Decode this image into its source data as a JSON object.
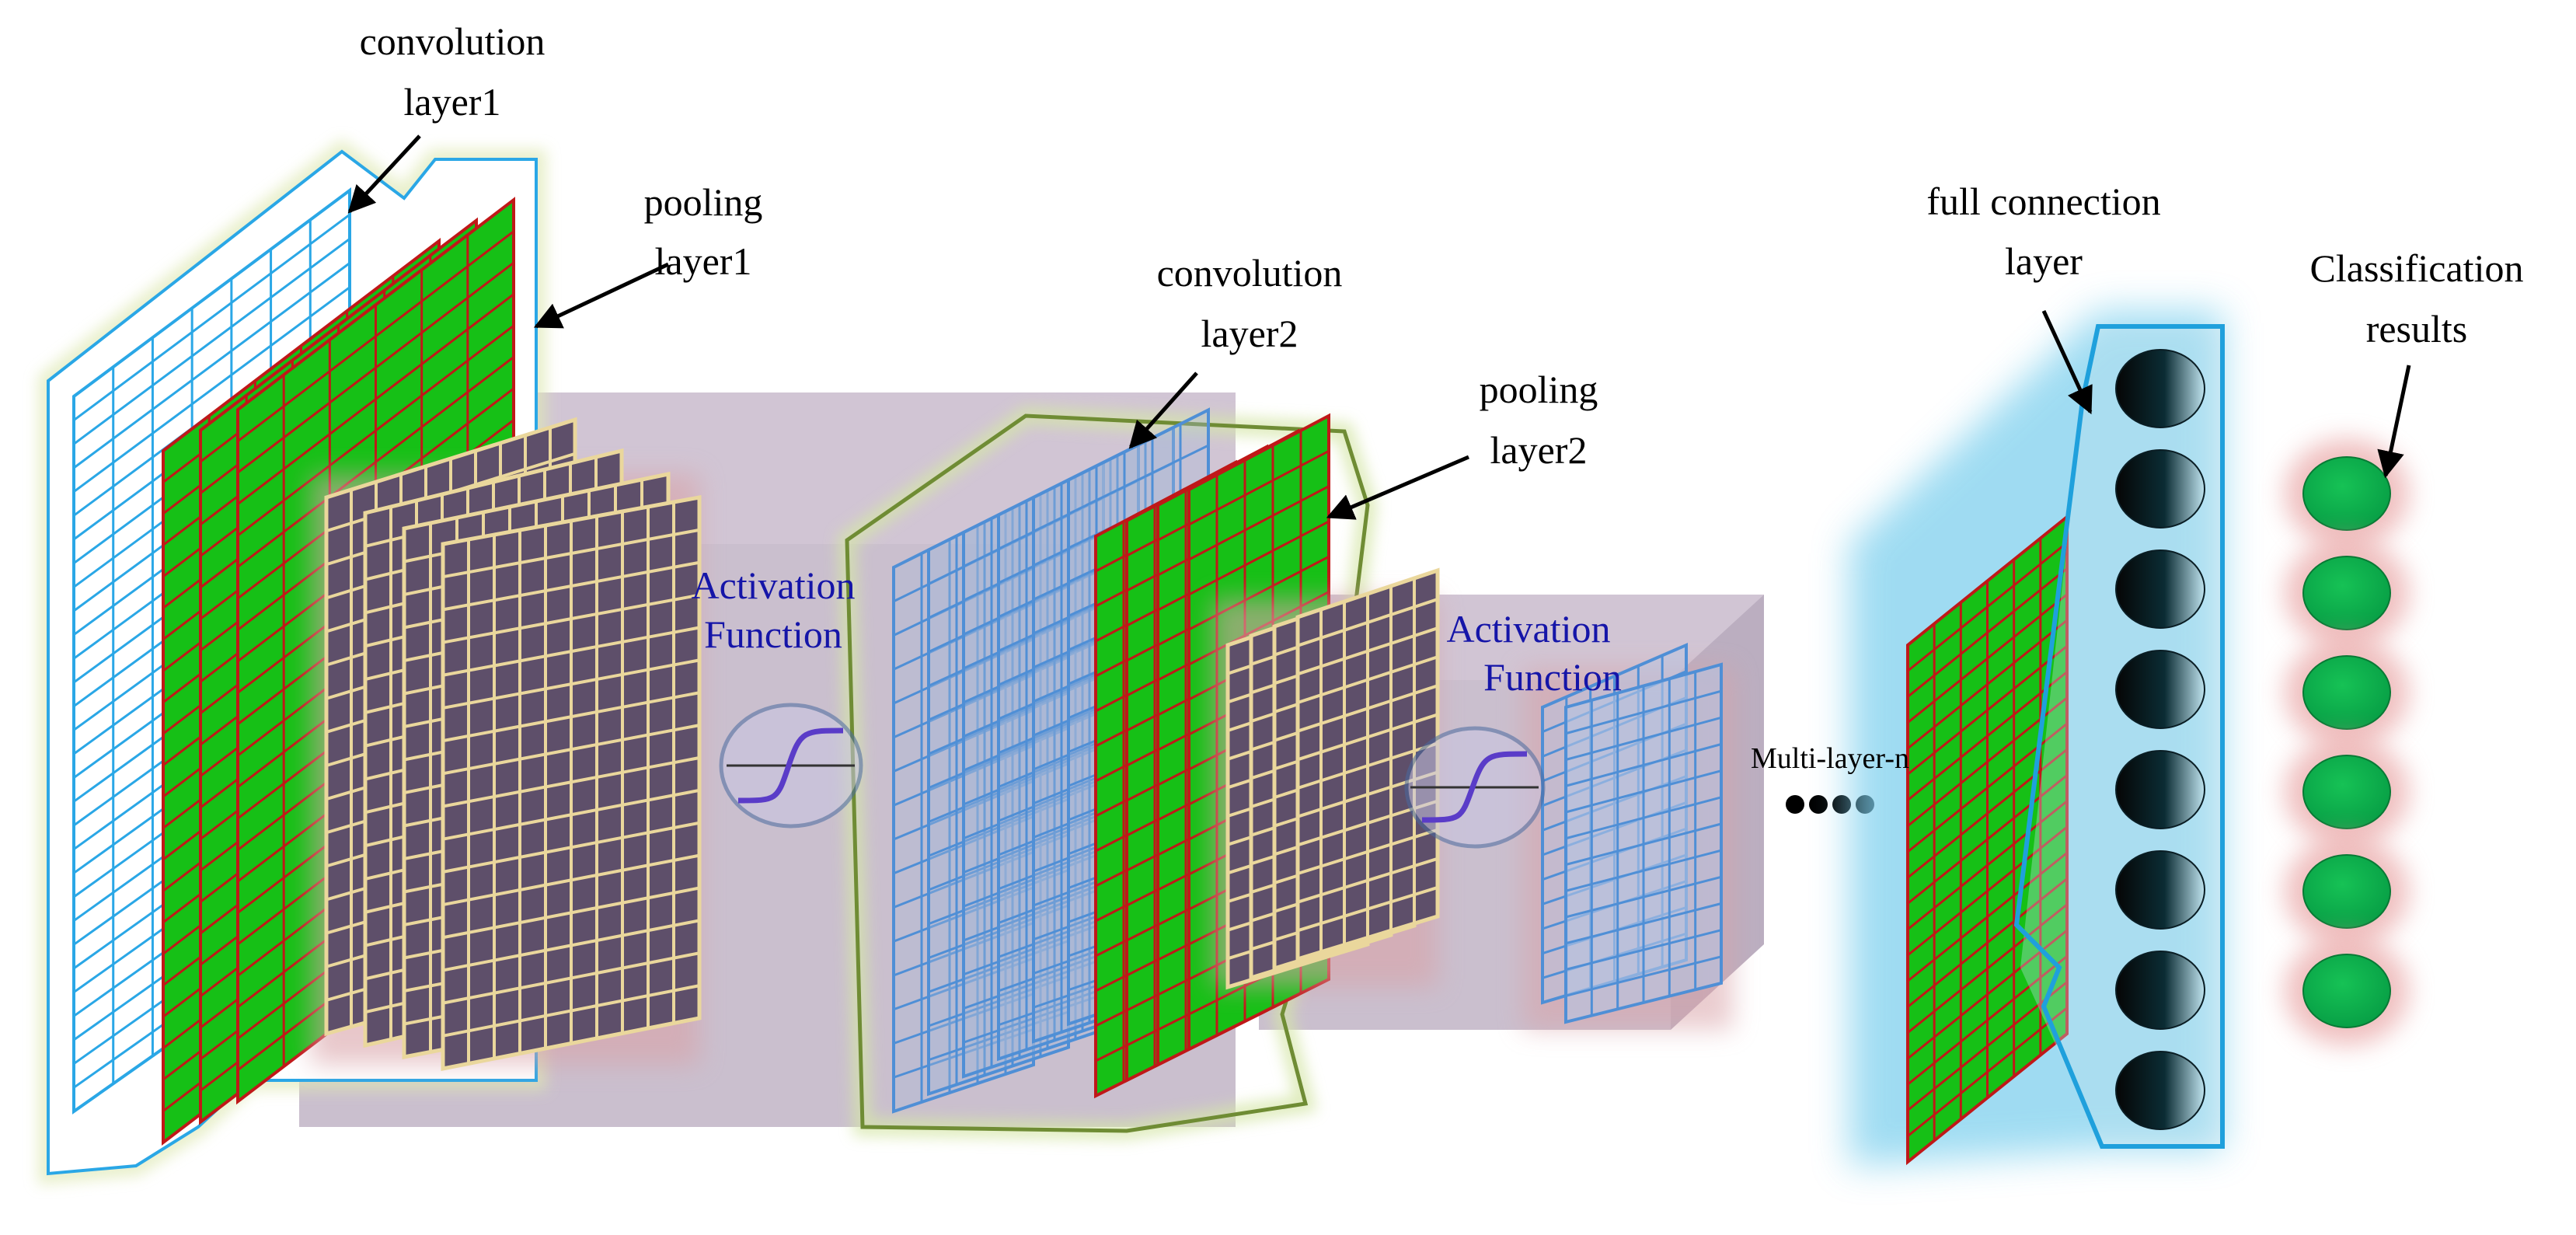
{
  "labels": {
    "conv1_line1": "convolution",
    "conv1_line2": "layer1",
    "pool1_line1": "pooling",
    "pool1_line2": "layer1",
    "conv2_line1": "convolution",
    "conv2_line2": "layer2",
    "pool2_line1": "pooling",
    "pool2_line2": "layer2",
    "act1_line1": "Activation",
    "act1_line2": "Function",
    "act2_line1": "Activation",
    "act2_line2": "Function",
    "multi": "Multi-layer-n",
    "fc_line1": "full connection",
    "fc_line2": "layer",
    "cls_line1": "Classification",
    "cls_line2": "results"
  },
  "structure": {
    "fc_neurons": 8,
    "result_nodes": 6,
    "dots": 4
  },
  "colors": {
    "conv_grid": "#2aa7e6",
    "pool_fill": "#16c016",
    "pool_grid": "#c01818",
    "feature_fill": "#5e4f6a",
    "feature_grid": "#ead79c",
    "box_purple": "#9f8aa6",
    "outline_green": "#6f8c34",
    "activation_text": "#1515a8",
    "neuron_dark": "#071015",
    "result_green": "#0aa84b"
  }
}
